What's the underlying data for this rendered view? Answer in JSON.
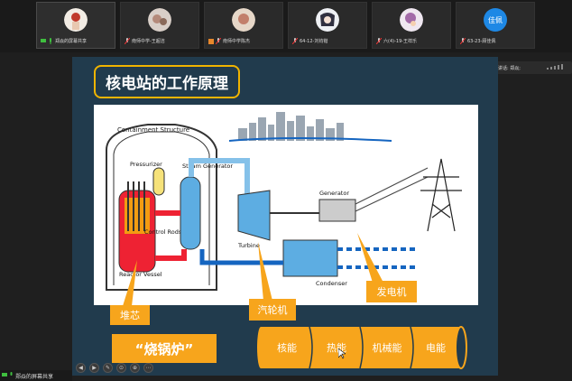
{
  "participants": [
    {
      "name": "郑焱的屏幕共享"
    },
    {
      "name": "南师中学-王超洁"
    },
    {
      "name": "南师中学陈杰"
    },
    {
      "name": "64-12-刘钧锴"
    },
    {
      "name": "六(4)-19-王祥乐"
    },
    {
      "name": "63-23-顾佳佩",
      "avatar_text": "佳佩"
    }
  ],
  "speaker_bar": {
    "text": "正在讲话: 郑焱;"
  },
  "slide": {
    "title": "核电站的工作原理",
    "diagram_labels": {
      "containment": "Containment Structure",
      "pressurizer": "Pressurizer",
      "steam_gen": "Steam Generator",
      "control_rods": "Control Rods",
      "reactor": "Reactor Vessel",
      "turbine": "Turbine",
      "generator": "Generator",
      "condenser": "Condenser"
    },
    "tags": {
      "core": "堆芯",
      "turbine": "汽轮机",
      "generator": "发电机"
    },
    "boiler": "“烧锅炉”",
    "chain": [
      "核能",
      "热能",
      "机械能",
      "电能"
    ]
  },
  "bottom": {
    "share_label": "郑焱的屏幕共享"
  },
  "colors": {
    "accent": "#f7a51c",
    "slide_bg": "#213b4d",
    "title_border": "#f0b400"
  }
}
